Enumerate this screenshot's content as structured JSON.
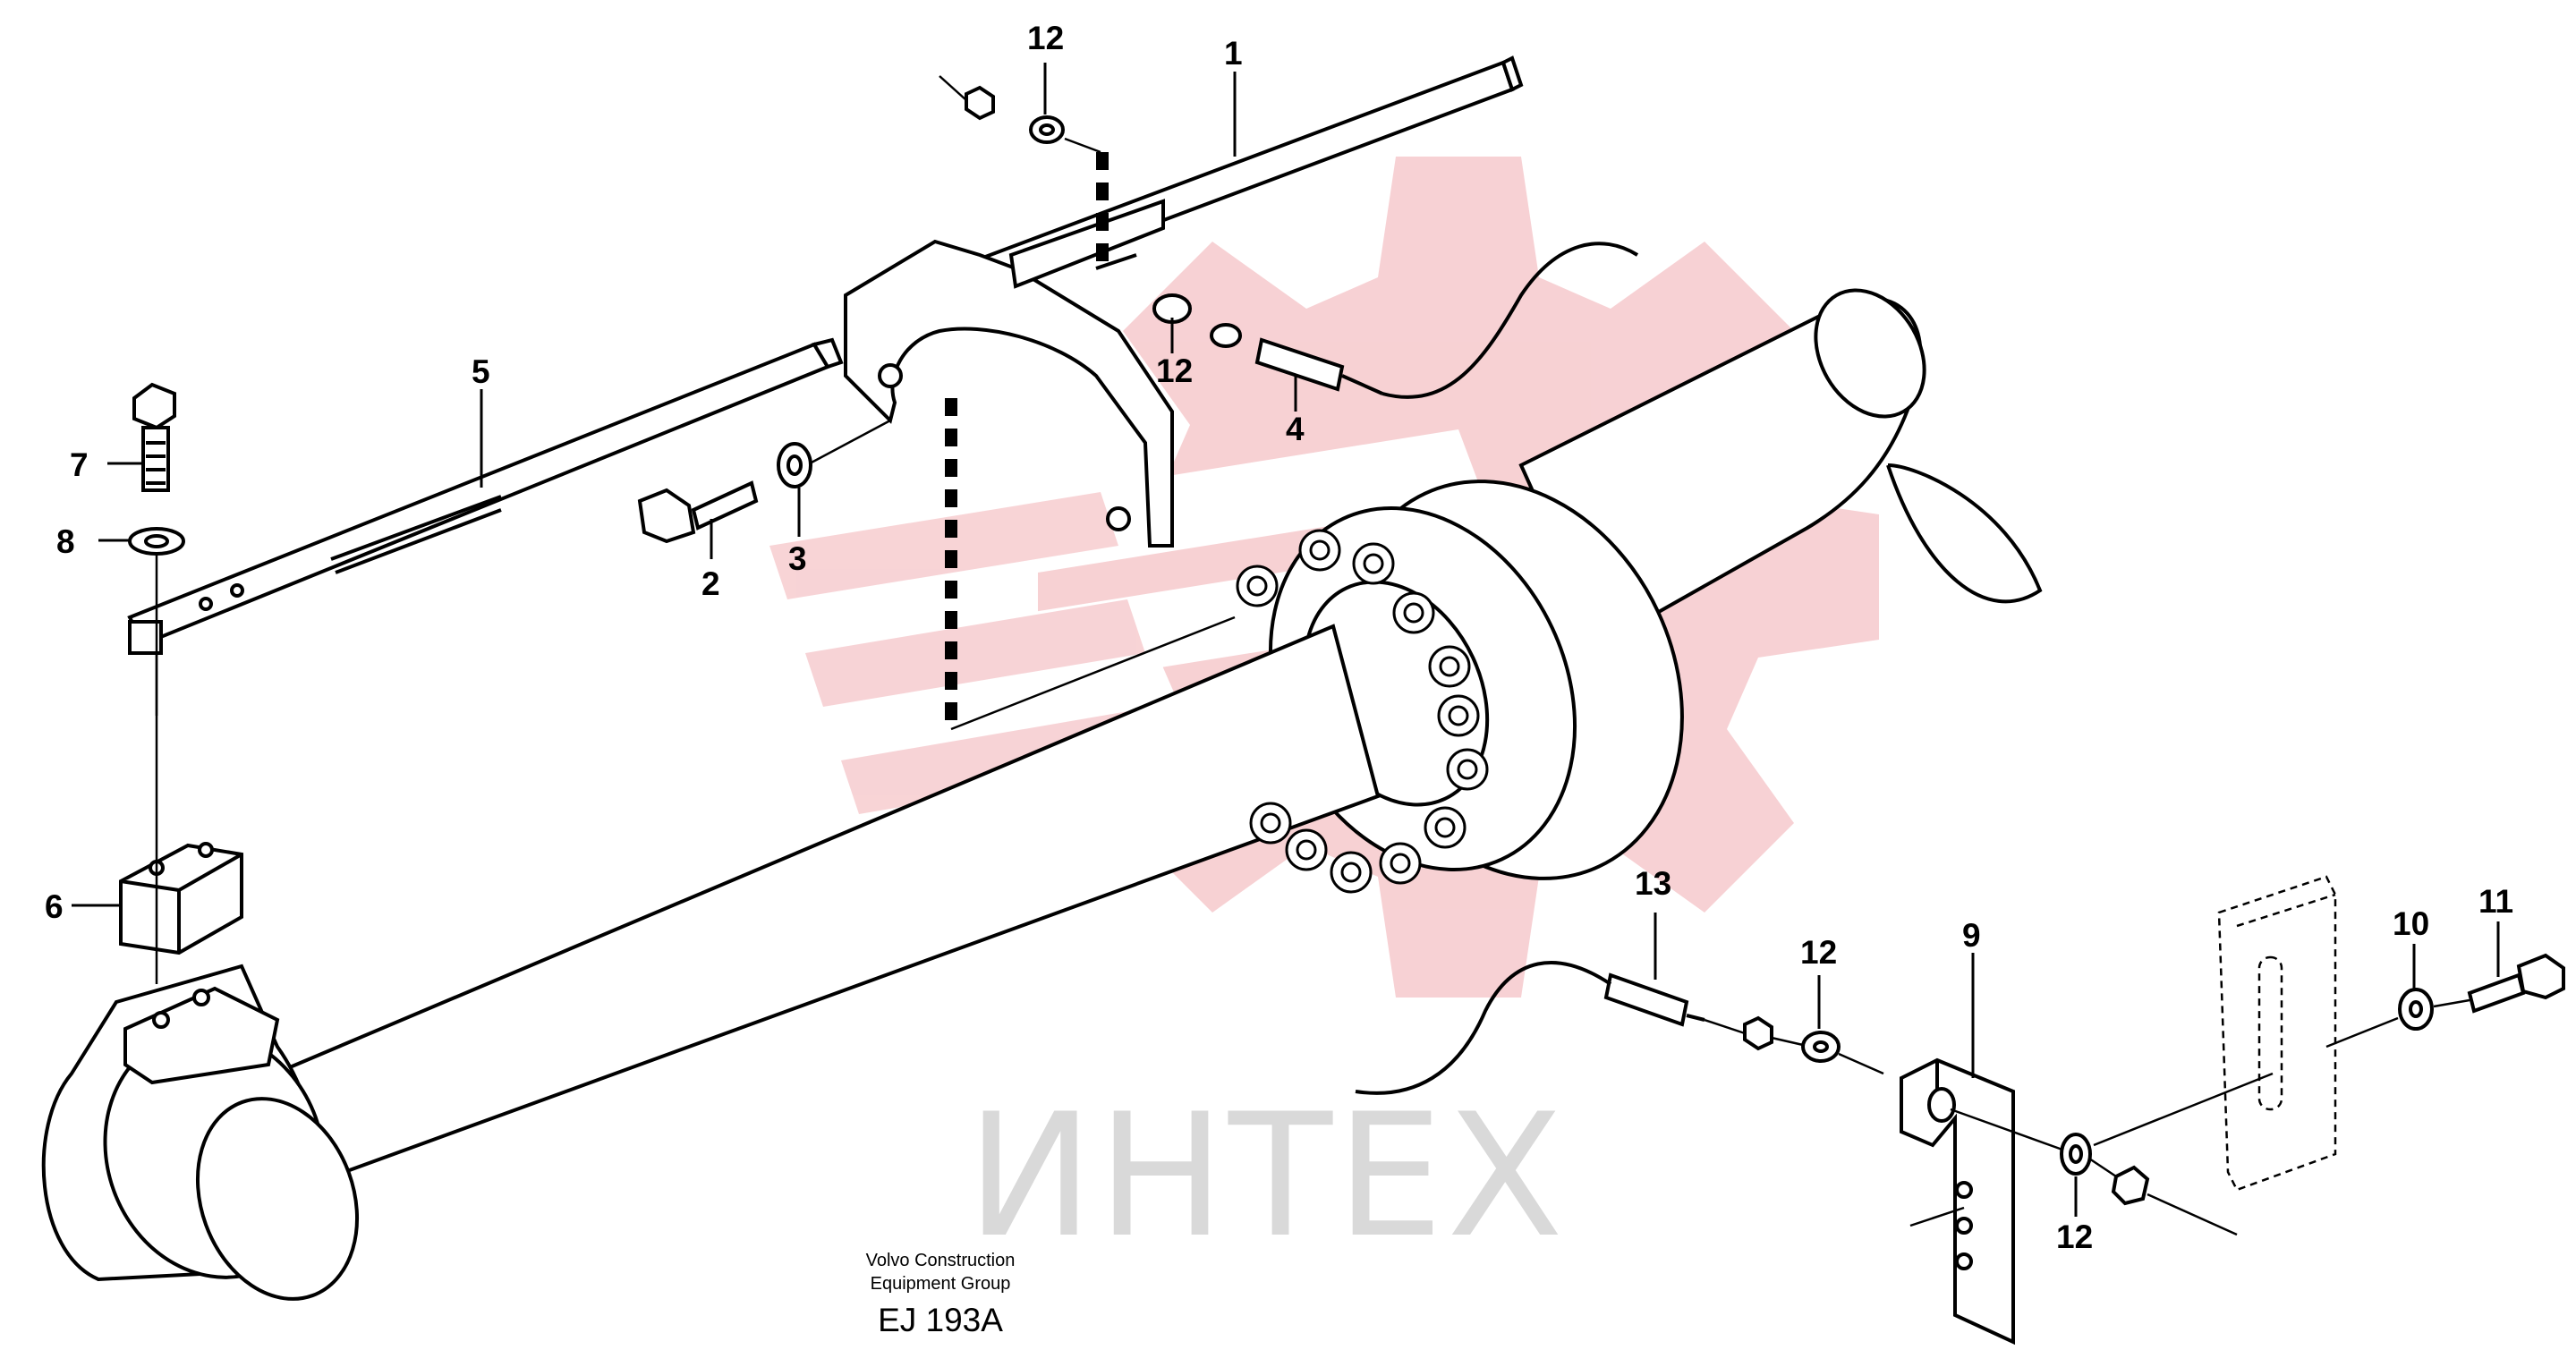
{
  "diagram": {
    "callouts": [
      "1",
      "2",
      "3",
      "4",
      "5",
      "6",
      "7",
      "8",
      "9",
      "10",
      "11",
      "12",
      "12",
      "12",
      "12",
      "13"
    ],
    "caption_line1": "Volvo Construction",
    "caption_line2": "Equipment Group",
    "drawing_number": "EJ 193A",
    "watermark_text": "ИНТЕХ",
    "watermark_color": "#f3c3c6"
  }
}
